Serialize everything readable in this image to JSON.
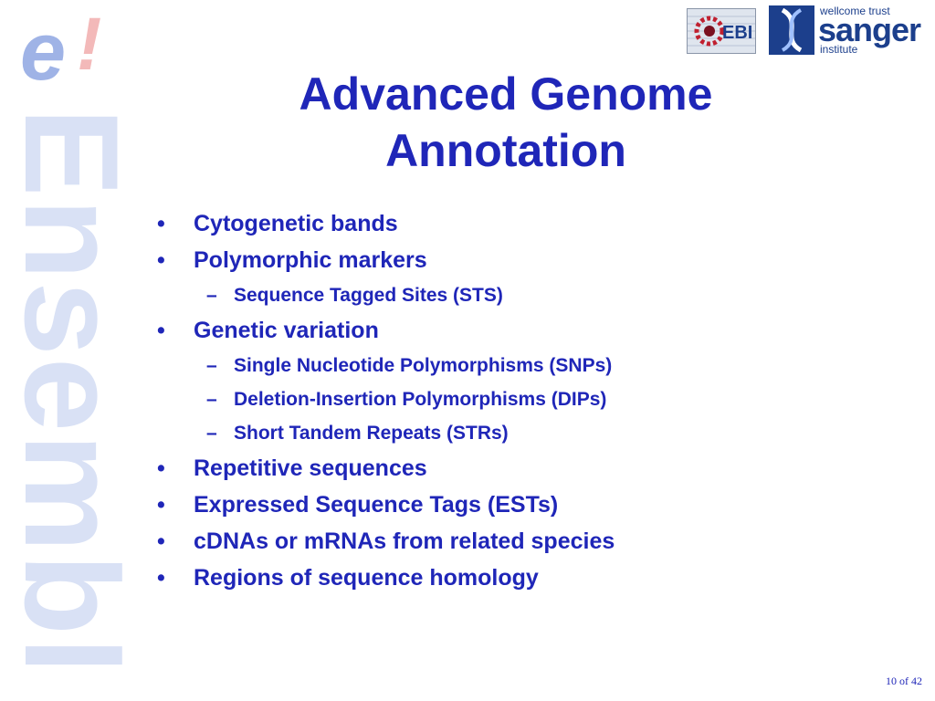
{
  "watermark": {
    "e_letter": "e",
    "bang": "!",
    "brand": "Ensembl"
  },
  "logos": {
    "ebi_text": "EBI",
    "sanger_top": "wellcome trust",
    "sanger_main": "sanger",
    "sanger_bottom": "institute"
  },
  "title": {
    "line1": "Advanced Genome",
    "line2": "Annotation"
  },
  "bullets": [
    {
      "marker": "•",
      "text": "Cytogenetic bands"
    },
    {
      "marker": "•",
      "text": "Polymorphic markers"
    },
    {
      "marker": "–",
      "text": "Sequence Tagged Sites (STS)"
    },
    {
      "marker": "•",
      "text": "Genetic variation"
    },
    {
      "marker": "–",
      "text": "Single Nucleotide Polymorphisms (SNPs)"
    },
    {
      "marker": "–",
      "text": "Deletion-Insertion Polymorphisms (DIPs)"
    },
    {
      "marker": "–",
      "text": "Short Tandem Repeats (STRs)"
    },
    {
      "marker": "•",
      "text": "Repetitive sequences"
    },
    {
      "marker": "•",
      "text": "Expressed Sequence Tags (ESTs)"
    },
    {
      "marker": "•",
      "text": "cDNAs or mRNAs from related species"
    },
    {
      "marker": "•",
      "text": "Regions of sequence homology"
    }
  ],
  "footer": {
    "page": "10 of 42"
  },
  "colors": {
    "text_blue": "#1f26b8",
    "watermark_blue": "#d9e1f5",
    "e_blue": "#9fb3e6",
    "bang_red": "#f3b9b9",
    "sanger_blue": "#1c3f8c"
  }
}
